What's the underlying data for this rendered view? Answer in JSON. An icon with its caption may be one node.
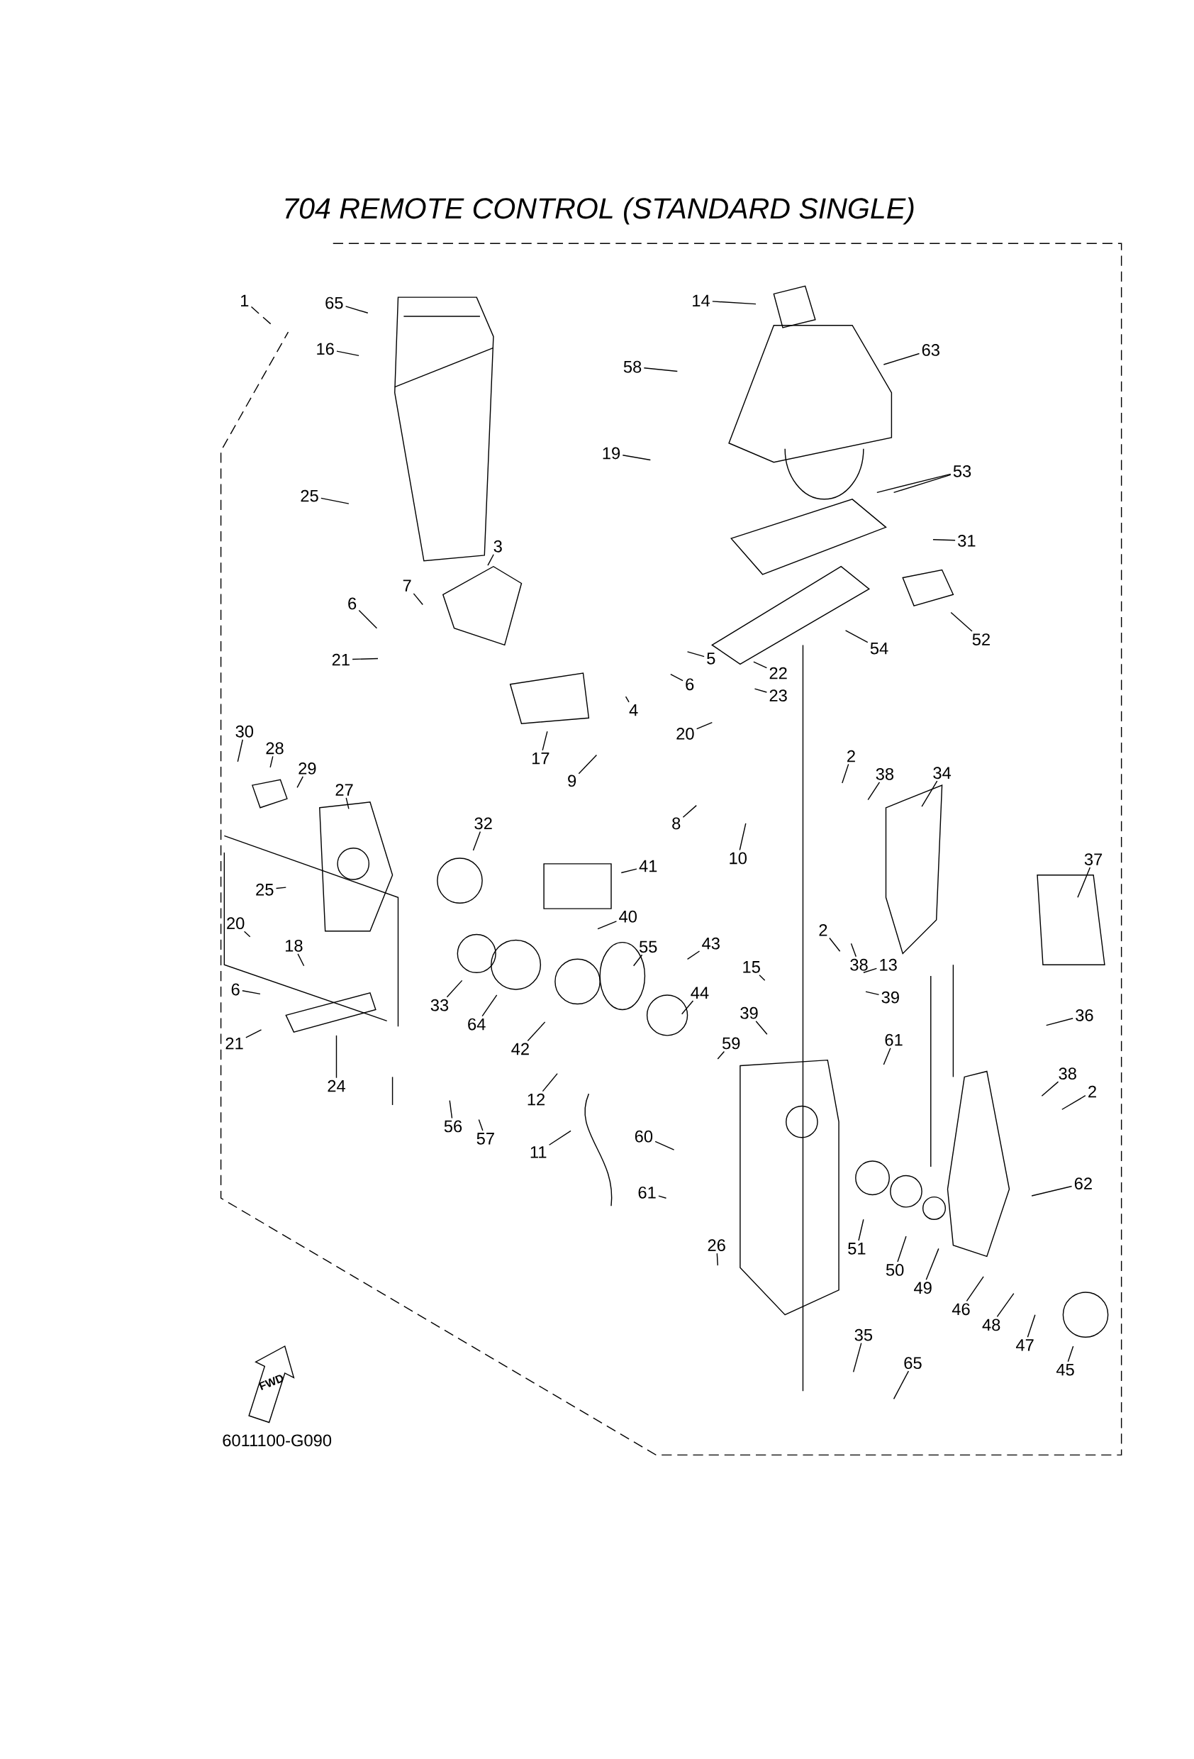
{
  "diagram": {
    "title": "704 REMOTE CONTROL (STANDARD SINGLE)",
    "nodes": [
      {
        "text": [
          "1"
        ]
      },
      {
        "text": [
          "65"
        ]
      },
      {
        "text": [
          "16"
        ]
      },
      {
        "text": [
          "25"
        ]
      },
      {
        "text": [
          "3"
        ]
      },
      {
        "text": [
          "7"
        ]
      },
      {
        "text": [
          "6"
        ]
      },
      {
        "text": [
          "21"
        ]
      },
      {
        "text": [
          "17"
        ]
      },
      {
        "text": [
          "5"
        ]
      },
      {
        "text": [
          "6"
        ]
      },
      {
        "text": [
          "4"
        ]
      },
      {
        "text": [
          "9"
        ]
      },
      {
        "text": [
          "20"
        ]
      },
      {
        "text": [
          "8"
        ]
      },
      {
        "text": [
          "10"
        ]
      },
      {
        "text": [
          "14"
        ]
      },
      {
        "text": [
          "58"
        ]
      },
      {
        "text": [
          "63"
        ]
      },
      {
        "text": [
          "19"
        ]
      },
      {
        "text": [
          "53"
        ]
      },
      {
        "text": [
          "31"
        ]
      },
      {
        "text": [
          "52"
        ]
      },
      {
        "text": [
          "54"
        ]
      },
      {
        "text": [
          "22"
        ]
      },
      {
        "text": [
          "23"
        ]
      },
      {
        "text": [
          "30"
        ]
      },
      {
        "text": [
          "28"
        ]
      },
      {
        "text": [
          "29"
        ]
      },
      {
        "text": [
          "27"
        ]
      },
      {
        "text": [
          "25"
        ]
      },
      {
        "text": [
          "20"
        ]
      },
      {
        "text": [
          "18"
        ]
      },
      {
        "text": [
          "6"
        ]
      },
      {
        "text": [
          "21"
        ]
      },
      {
        "text": [
          "24"
        ]
      },
      {
        "text": [
          "32"
        ]
      },
      {
        "text": [
          "33"
        ]
      },
      {
        "text": [
          "41"
        ]
      },
      {
        "text": [
          "40"
        ]
      },
      {
        "text": [
          "43"
        ]
      },
      {
        "text": [
          "55"
        ]
      },
      {
        "text": [
          "64"
        ]
      },
      {
        "text": [
          "42"
        ]
      },
      {
        "text": [
          "44"
        ]
      },
      {
        "text": [
          "59"
        ]
      },
      {
        "text": [
          "12"
        ]
      },
      {
        "text": [
          "11"
        ]
      },
      {
        "text": [
          "56"
        ]
      },
      {
        "text": [
          "57"
        ]
      },
      {
        "text": [
          "15"
        ]
      },
      {
        "text": [
          "39"
        ]
      },
      {
        "text": [
          "13"
        ]
      },
      {
        "text": [
          "39"
        ]
      },
      {
        "text": [
          "2"
        ]
      },
      {
        "text": [
          "38"
        ]
      },
      {
        "text": [
          "34"
        ]
      },
      {
        "text": [
          "37"
        ]
      },
      {
        "text": [
          "2"
        ]
      },
      {
        "text": [
          "38"
        ]
      },
      {
        "text": [
          "36"
        ]
      },
      {
        "text": [
          "61"
        ]
      },
      {
        "text": [
          "38"
        ]
      },
      {
        "text": [
          "2"
        ]
      },
      {
        "text": [
          "60"
        ]
      },
      {
        "text": [
          "61"
        ]
      },
      {
        "text": [
          "62"
        ]
      },
      {
        "text": [
          "51"
        ]
      },
      {
        "text": [
          "50"
        ]
      },
      {
        "text": [
          "49"
        ]
      },
      {
        "text": [
          "46"
        ]
      },
      {
        "text": [
          "48"
        ]
      },
      {
        "text": [
          "47"
        ]
      },
      {
        "text": [
          "45"
        ]
      },
      {
        "text": [
          "26"
        ]
      },
      {
        "text": [
          "35"
        ]
      },
      {
        "text": [
          "65"
        ]
      }
    ],
    "edges": [
      {
        "from": 0,
        "to": null,
        "arrow": "none",
        "style": "dashed"
      },
      {
        "from": 1,
        "to": null,
        "arrow": "none"
      },
      {
        "from": 2,
        "to": null,
        "arrow": "none"
      },
      {
        "from": 3,
        "to": null,
        "arrow": "none"
      },
      {
        "from": 4,
        "to": null,
        "arrow": "none"
      },
      {
        "from": 5,
        "to": null,
        "arrow": "none"
      },
      {
        "from": 6,
        "to": null,
        "arrow": "none"
      },
      {
        "from": 7,
        "to": null,
        "arrow": "none"
      },
      {
        "from": 8,
        "to": null,
        "arrow": "none"
      },
      {
        "from": 9,
        "to": null,
        "arrow": "none"
      },
      {
        "from": 10,
        "to": null,
        "arrow": "none"
      },
      {
        "from": 11,
        "to": null,
        "arrow": "none"
      },
      {
        "from": 12,
        "to": null,
        "arrow": "none"
      },
      {
        "from": 13,
        "to": null,
        "arrow": "none"
      },
      {
        "from": 14,
        "to": null,
        "arrow": "none"
      },
      {
        "from": 15,
        "to": null,
        "arrow": "none"
      },
      {
        "from": 16,
        "to": null,
        "arrow": "none"
      },
      {
        "from": 17,
        "to": null,
        "arrow": "none"
      },
      {
        "from": 18,
        "to": null,
        "arrow": "none"
      },
      {
        "from": 19,
        "to": null,
        "arrow": "none"
      },
      {
        "from": 20,
        "to": null,
        "arrow": "none"
      },
      {
        "from": 20,
        "to": null,
        "arrow": "none"
      },
      {
        "from": 21,
        "to": null,
        "arrow": "none"
      },
      {
        "from": 22,
        "to": null,
        "arrow": "none"
      },
      {
        "from": 23,
        "to": null,
        "arrow": "none"
      },
      {
        "from": 24,
        "to": null,
        "arrow": "none"
      },
      {
        "from": 25,
        "to": null,
        "arrow": "none"
      },
      {
        "from": 26,
        "to": null,
        "arrow": "none"
      },
      {
        "from": 27,
        "to": null,
        "arrow": "none"
      },
      {
        "from": 28,
        "to": null,
        "arrow": "none"
      },
      {
        "from": 29,
        "to": null,
        "arrow": "none"
      },
      {
        "from": 30,
        "to": null,
        "arrow": "none"
      },
      {
        "from": 31,
        "to": null,
        "arrow": "none"
      },
      {
        "from": 32,
        "to": null,
        "arrow": "none"
      },
      {
        "from": 33,
        "to": null,
        "arrow": "none"
      },
      {
        "from": 34,
        "to": null,
        "arrow": "none"
      },
      {
        "from": 35,
        "to": null,
        "arrow": "none"
      },
      {
        "from": 36,
        "to": null,
        "arrow": "none"
      },
      {
        "from": 37,
        "to": null,
        "arrow": "none"
      },
      {
        "from": 38,
        "to": null,
        "arrow": "none"
      },
      {
        "from": 39,
        "to": null,
        "arrow": "none"
      },
      {
        "from": 40,
        "to": null,
        "arrow": "none"
      },
      {
        "from": 41,
        "to": null,
        "arrow": "none"
      },
      {
        "from": 42,
        "to": null,
        "arrow": "none"
      },
      {
        "from": 43,
        "to": null,
        "arrow": "none"
      },
      {
        "from": 44,
        "to": null,
        "arrow": "none"
      },
      {
        "from": 45,
        "to": null,
        "arrow": "none"
      },
      {
        "from": 46,
        "to": null,
        "arrow": "none"
      },
      {
        "from": 47,
        "to": null,
        "arrow": "none"
      },
      {
        "from": 48,
        "to": null,
        "arrow": "none"
      },
      {
        "from": 49,
        "to": null,
        "arrow": "none"
      },
      {
        "from": 50,
        "to": null,
        "arrow": "none"
      },
      {
        "from": 51,
        "to": null,
        "arrow": "none"
      },
      {
        "from": 52,
        "to": null,
        "arrow": "none"
      },
      {
        "from": 53,
        "to": null,
        "arrow": "none"
      },
      {
        "from": 54,
        "to": null,
        "arrow": "none"
      },
      {
        "from": 55,
        "to": null,
        "arrow": "none"
      },
      {
        "from": 56,
        "to": null,
        "arrow": "none"
      },
      {
        "from": 57,
        "to": null,
        "arrow": "none"
      },
      {
        "from": 58,
        "to": null,
        "arrow": "none"
      },
      {
        "from": 59,
        "to": null,
        "arrow": "none"
      },
      {
        "from": 60,
        "to": null,
        "arrow": "none"
      },
      {
        "from": 61,
        "to": null,
        "arrow": "none"
      },
      {
        "from": 62,
        "to": null,
        "arrow": "none"
      },
      {
        "from": 63,
        "to": null,
        "arrow": "none"
      },
      {
        "from": 64,
        "to": null,
        "arrow": "none"
      },
      {
        "from": 65,
        "to": null,
        "arrow": "none"
      },
      {
        "from": 66,
        "to": null,
        "arrow": "none"
      },
      {
        "from": 67,
        "to": null,
        "arrow": "none"
      },
      {
        "from": 68,
        "to": null,
        "arrow": "none"
      },
      {
        "from": 69,
        "to": null,
        "arrow": "none"
      },
      {
        "from": 70,
        "to": null,
        "arrow": "none"
      },
      {
        "from": 71,
        "to": null,
        "arrow": "none"
      },
      {
        "from": 72,
        "to": null,
        "arrow": "none"
      },
      {
        "from": 73,
        "to": null,
        "arrow": "none"
      },
      {
        "from": 74,
        "to": null,
        "arrow": "none"
      },
      {
        "from": 75,
        "to": null,
        "arrow": "none"
      },
      {
        "from": 76,
        "to": null,
        "arrow": "none"
      }
    ],
    "labels": [
      "FWD",
      "6011100-G090"
    ]
  }
}
